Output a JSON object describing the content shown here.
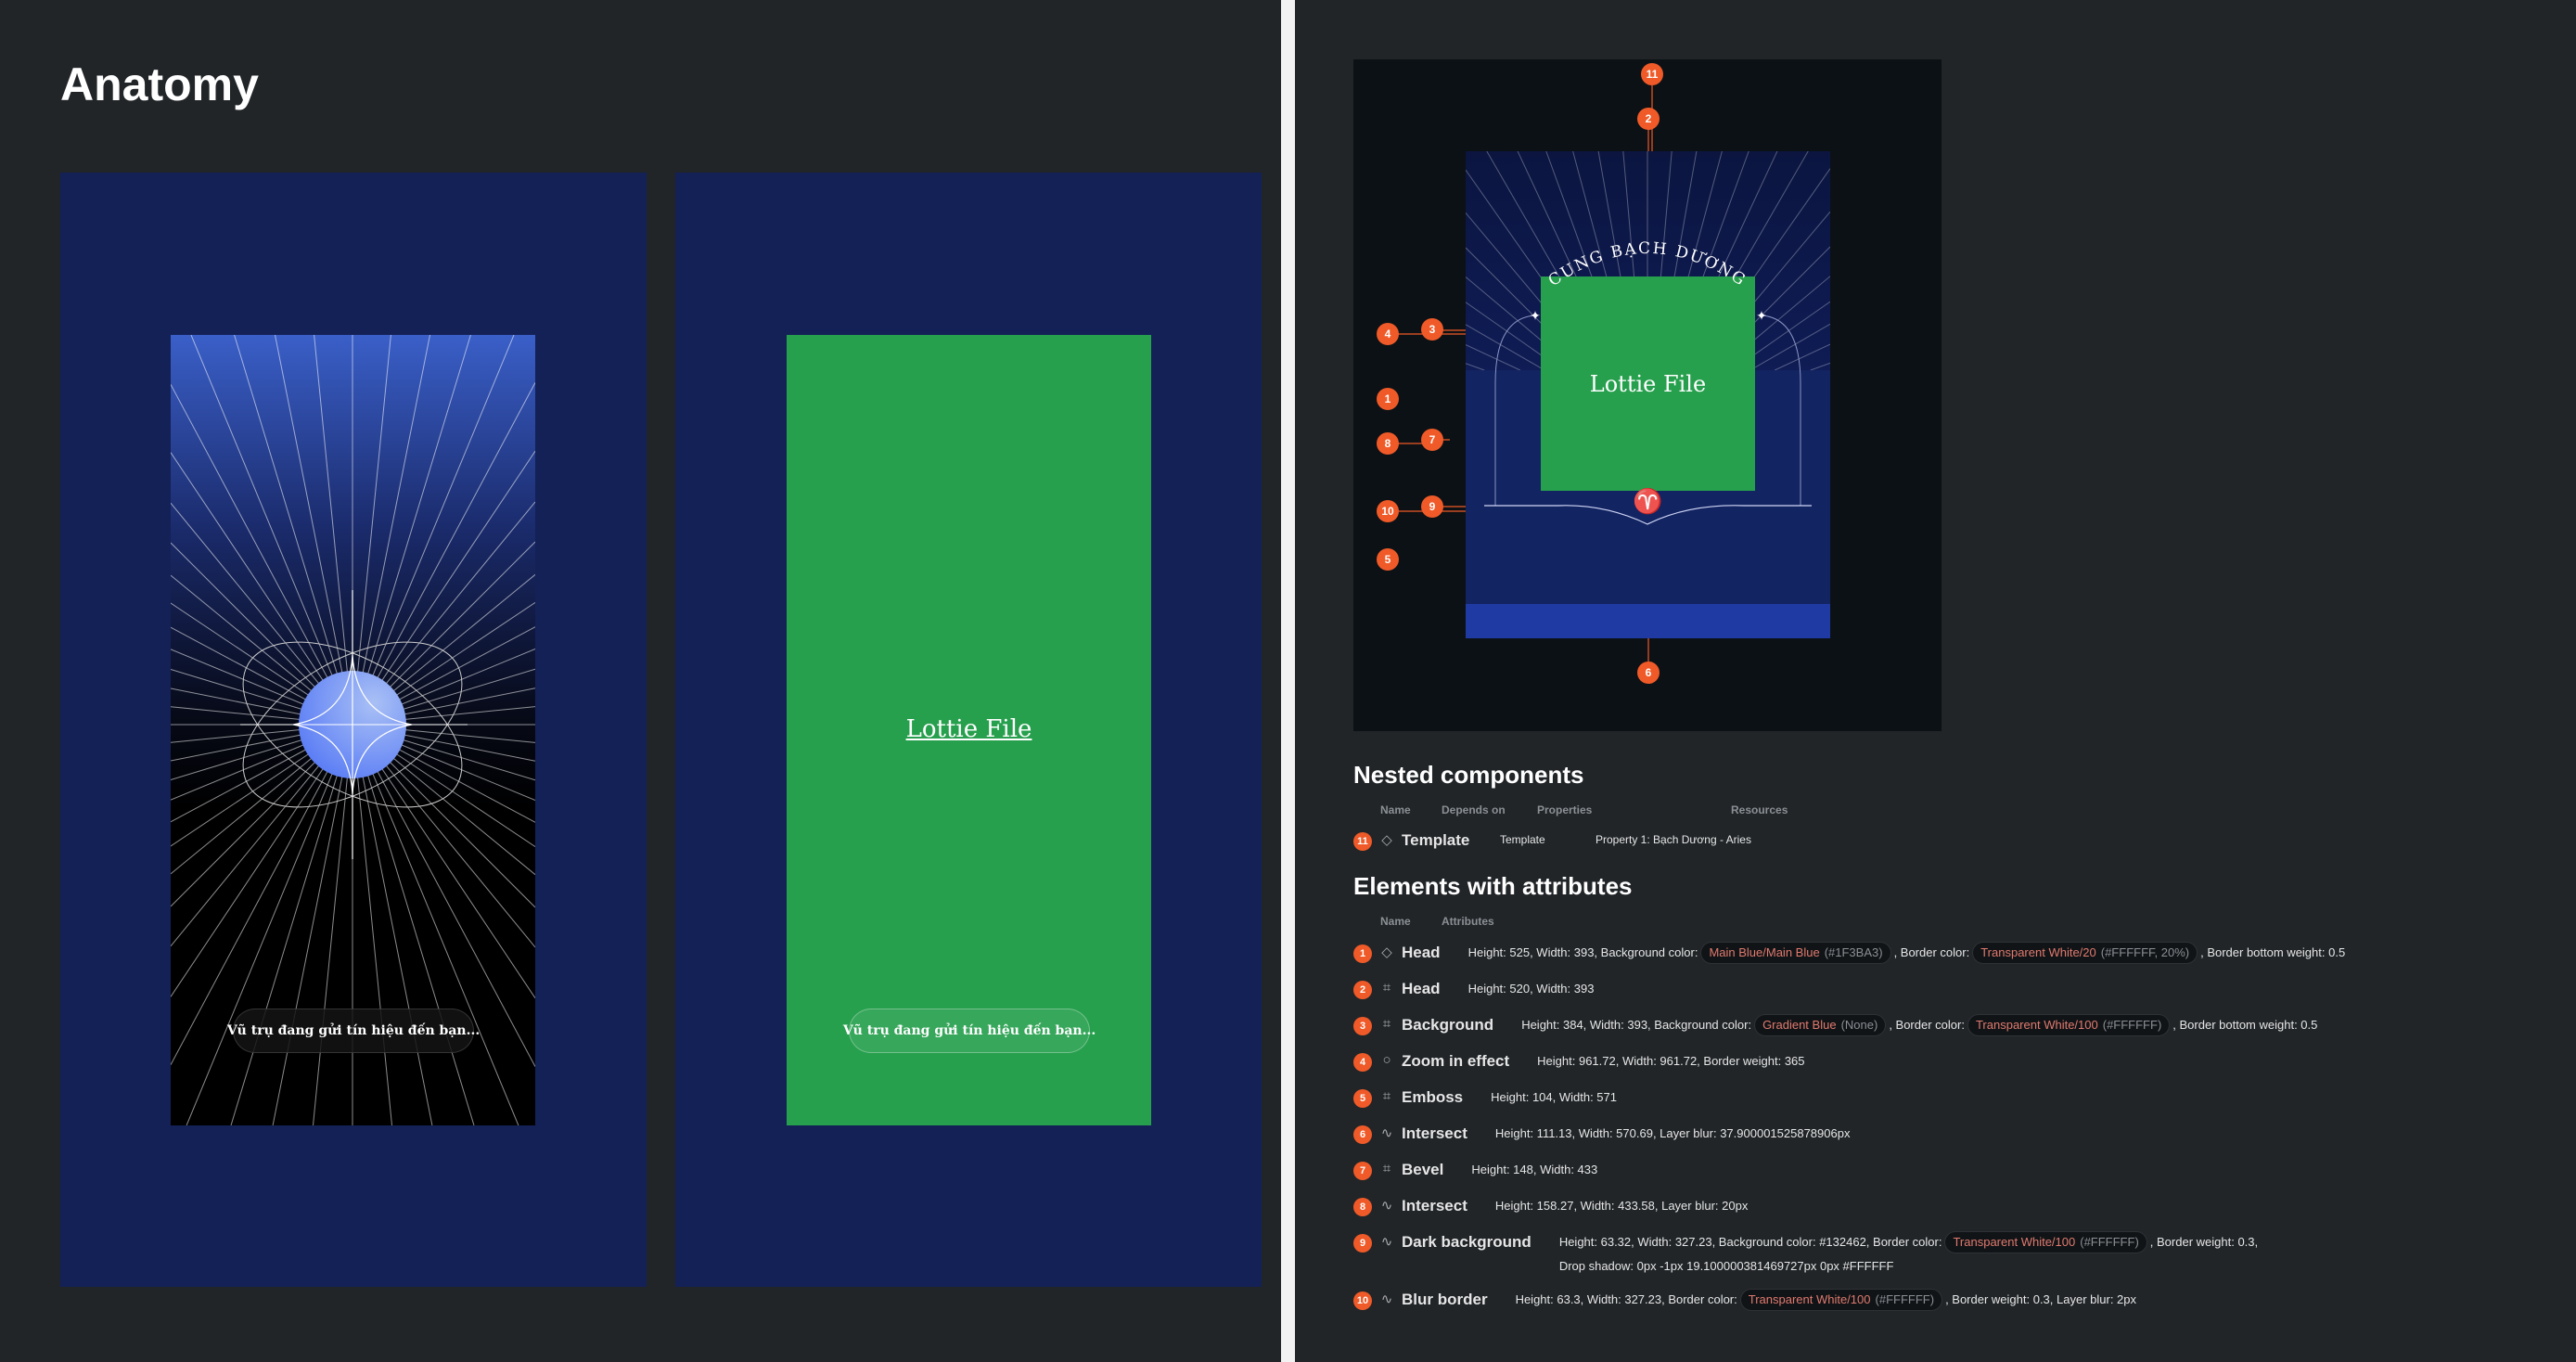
{
  "title": "Anatomy",
  "mockup_left": {
    "loading_text": "Vũ trụ đang gửi tín hiệu đến bạn..."
  },
  "mockup_right": {
    "lottie_label": "Lottie File",
    "loading_text": "Vũ trụ đang gửi tín hiệu đến bạn..."
  },
  "diagram": {
    "arc_text": "CUNG BẠCH DƯƠNG",
    "lottie_label": "Lottie File",
    "aries_symbol": "♈",
    "markers": [
      "11",
      "2",
      "4",
      "3",
      "1",
      "8",
      "7",
      "10",
      "9",
      "5",
      "6"
    ]
  },
  "nested": {
    "heading": "Nested components",
    "columns": [
      "Name",
      "Depends on",
      "Properties",
      "Resources"
    ],
    "rows": [
      {
        "num": "11",
        "icon": "diamond-icon",
        "name": "Template",
        "depends_on": "Template",
        "properties": "Property 1: Bạch Dương - Aries",
        "resources": ""
      }
    ]
  },
  "elements": {
    "heading": "Elements with attributes",
    "columns": [
      "Name",
      "Attributes"
    ],
    "rows": [
      {
        "num": "1",
        "icon": "◇",
        "name": "Head",
        "parts": [
          "Height: 525, Width: 393, Background color:",
          {
            "n": "Main Blue/Main Blue",
            "h": "(#1F3BA3)"
          },
          ", Border color:",
          {
            "n": "Transparent White/20",
            "h": "(#FFFFFF, 20%)"
          },
          ", Border bottom weight: 0.5"
        ]
      },
      {
        "num": "2",
        "icon": "#",
        "name": "Head",
        "parts": [
          "Height: 520, Width: 393"
        ]
      },
      {
        "num": "3",
        "icon": "#",
        "name": "Background",
        "parts": [
          "Height: 384, Width: 393, Background color:",
          {
            "n": "Gradient Blue",
            "h": "(None)"
          },
          ", Border color:",
          {
            "n": "Transparent White/100",
            "h": "(#FFFFFF)"
          },
          ", Border bottom weight: 0.5"
        ]
      },
      {
        "num": "4",
        "icon": "○",
        "name": "Zoom in effect",
        "parts": [
          "Height: 961.72, Width: 961.72, Border weight: 365"
        ]
      },
      {
        "num": "5",
        "icon": "#",
        "name": "Emboss",
        "parts": [
          "Height: 104, Width: 571"
        ]
      },
      {
        "num": "6",
        "icon": "∿",
        "name": "Intersect",
        "parts": [
          "Height: 111.13, Width: 570.69, Layer blur: 37.900001525878906px"
        ]
      },
      {
        "num": "7",
        "icon": "#",
        "name": "Bevel",
        "parts": [
          "Height: 148, Width: 433"
        ]
      },
      {
        "num": "8",
        "icon": "∿",
        "name": "Intersect",
        "parts": [
          "Height: 158.27, Width: 433.58, Layer blur: 20px"
        ]
      },
      {
        "num": "9",
        "icon": "∿",
        "name": "Dark background",
        "parts": [
          "Height: 63.32, Width: 327.23, Background color: #132462, Border color:",
          {
            "n": "Transparent White/100",
            "h": "(#FFFFFF)"
          },
          ", Border weight: 0.3,",
          "\nDrop shadow: 0px -1px 19.100000381469727px 0px #FFFFFF"
        ]
      },
      {
        "num": "10",
        "icon": "∿",
        "name": "Blur border",
        "parts": [
          "Height: 63.3, Width: 327.23, Border color:",
          {
            "n": "Transparent White/100",
            "h": "(#FFFFFF)"
          },
          ", Border weight: 0.3, Layer blur: 2px"
        ]
      }
    ]
  },
  "colors": {
    "frame": "#132157",
    "green": "#27A04E",
    "marker": "#EF5A28",
    "main_blue": "#1F3BA3",
    "dark_bg": "#132462"
  }
}
